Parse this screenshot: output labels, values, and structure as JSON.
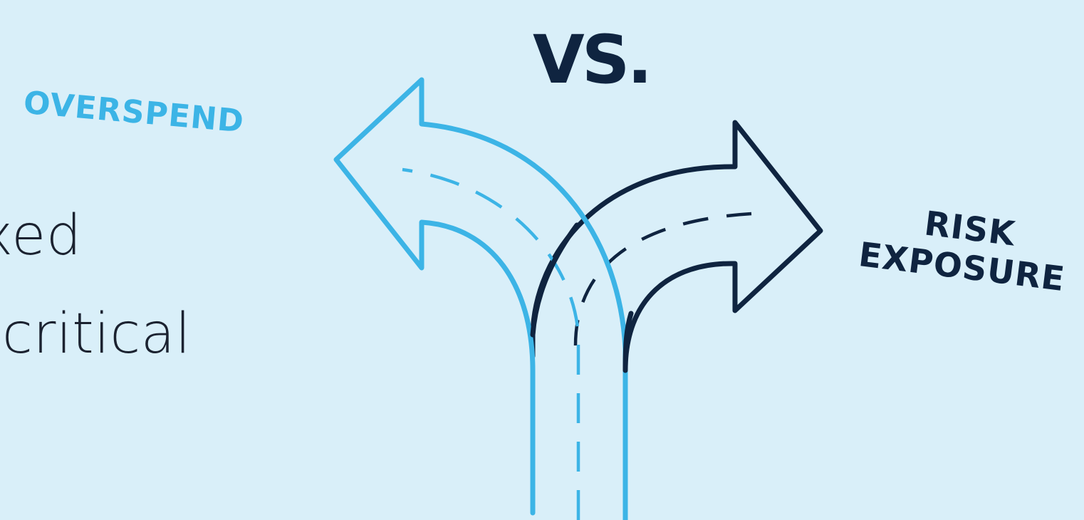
{
  "colors": {
    "background": "#d9eff9",
    "overspend_blue": "#3cb4e6",
    "risk_navy": "#0f2440",
    "body_text": "#1b2230"
  },
  "text_lines": [
    "xed",
    "critical"
  ],
  "labels": {
    "vs": "VS.",
    "overspend": "OVERSPEND",
    "risk_line1": "RISK",
    "risk_line2": "EXPOSURE"
  },
  "icons": {
    "left_arrow": "curved-left-arrow-icon",
    "right_arrow": "curved-right-arrow-icon"
  }
}
